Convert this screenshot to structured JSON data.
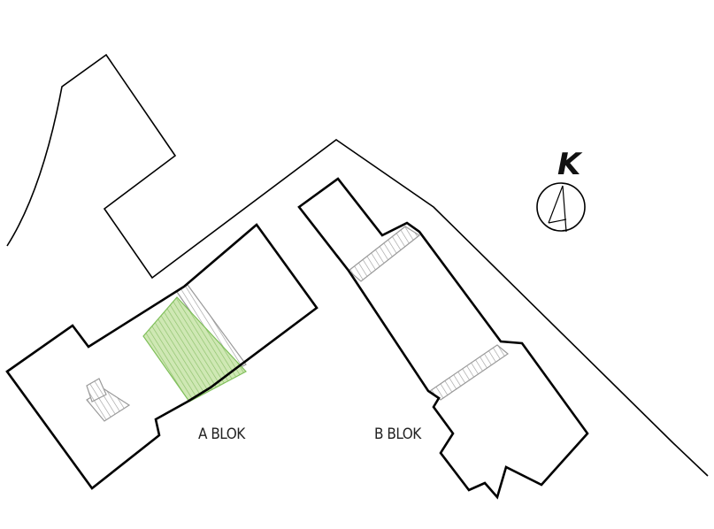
{
  "labels": {
    "block_a": "A BLOK",
    "block_b": "B BLOK",
    "north": "K"
  },
  "colors": {
    "outline": "#000000",
    "hatch": "#9a9a9a",
    "highlight_fill": "#cfe8b4",
    "highlight_hatch": "#8cc06a"
  },
  "icons": {
    "north_arrow": "north-arrow-icon"
  }
}
